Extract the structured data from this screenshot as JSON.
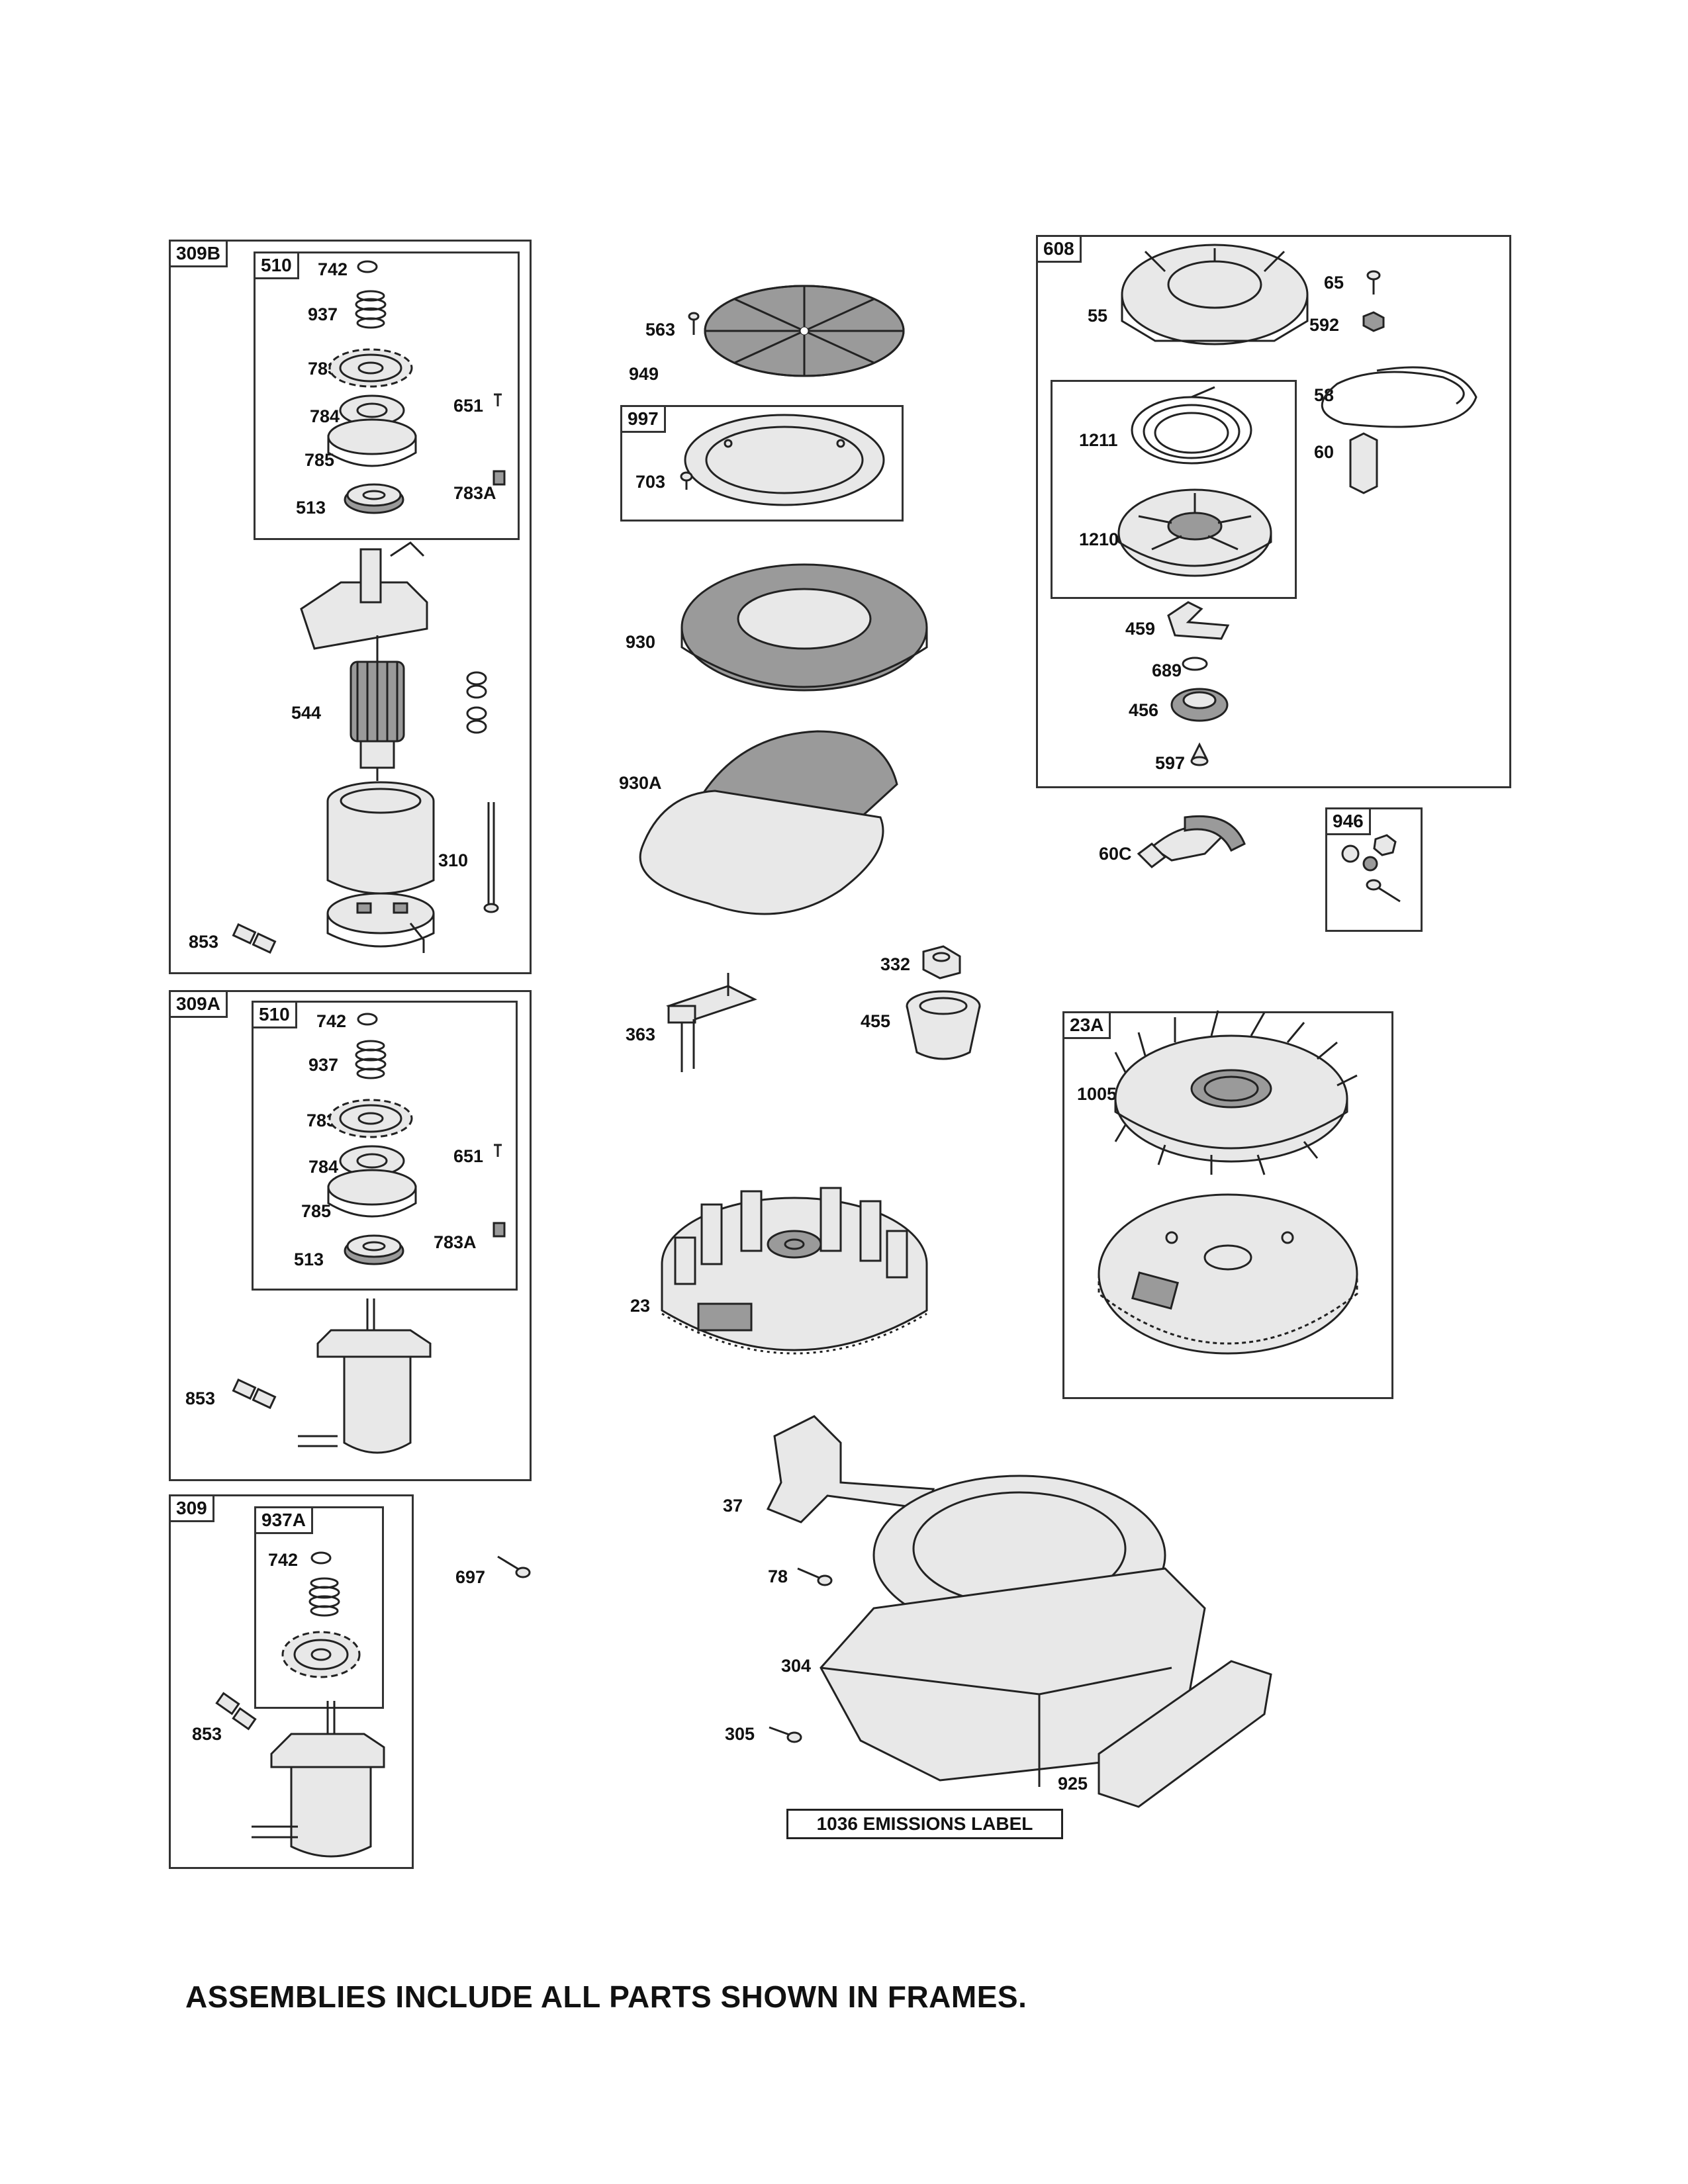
{
  "frames": {
    "f309B": "309B",
    "f510a": "510",
    "f309A": "309A",
    "f510b": "510",
    "f309": "309",
    "f937A": "937A",
    "f997": "997",
    "f608": "608",
    "f946": "946",
    "f23A": "23A"
  },
  "labels": {
    "l742a": "742",
    "l937a": "937",
    "l783a": "783",
    "l784a": "784",
    "l651a": "651",
    "l785a": "785",
    "l513a": "513",
    "l783Aa": "783A",
    "l544": "544",
    "l310": "310",
    "l853a": "853",
    "l742b": "742",
    "l937b": "937",
    "l783b": "783",
    "l784b": "784",
    "l651b": "651",
    "l785b": "785",
    "l513b": "513",
    "l783Ab": "783A",
    "l853b": "853",
    "l742c": "742",
    "l853c": "853",
    "l697": "697",
    "l563": "563",
    "l949": "949",
    "l703": "703",
    "l930": "930",
    "l930A": "930A",
    "l332": "332",
    "l363": "363",
    "l455": "455",
    "l23": "23",
    "l37": "37",
    "l78": "78",
    "l304": "304",
    "l305": "305",
    "l925": "925",
    "l55": "55",
    "l65": "65",
    "l592": "592",
    "l58": "58",
    "l60": "60",
    "l1211": "1211",
    "l1210": "1210",
    "l459": "459",
    "l689": "689",
    "l456": "456",
    "l597": "597",
    "l60C": "60C",
    "l1005": "1005"
  },
  "emissions_label": "1036 EMISSIONS LABEL",
  "footer_note": "ASSEMBLIES INCLUDE ALL PARTS SHOWN IN FRAMES."
}
